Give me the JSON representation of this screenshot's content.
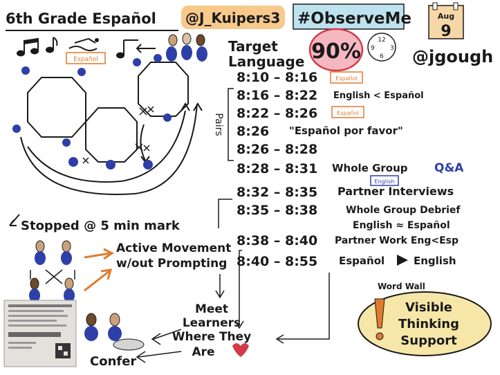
{
  "header": {
    "class_title": "6th Grade Español",
    "handle_teacher": "@J_Kuipers3",
    "hashtag": "#ObserveMe",
    "date_month": "Aug",
    "date_day": "9",
    "artist_handle": "@jgough"
  },
  "target_language": {
    "line1": "Target",
    "line2": "Language",
    "percent": "90%",
    "clock_labels": [
      "9",
      "12",
      "6",
      "3"
    ]
  },
  "tags": {
    "espanol": "Español",
    "english": "English"
  },
  "schedule": [
    {
      "time": "8:10 – 8:16",
      "activity": ""
    },
    {
      "time": "8:16 – 8:22",
      "activity": "English < Español"
    },
    {
      "time": "8:22 – 8:26",
      "activity": ""
    },
    {
      "time": "8:26",
      "activity": "\"Español por favor\""
    },
    {
      "time": "8:26 – 8:28",
      "activity": ""
    },
    {
      "time": "8:28 – 8:31",
      "activity": "Whole Group"
    },
    {
      "time": "8:32 – 8:35",
      "activity": "Partner Interviews"
    },
    {
      "time": "8:35 – 8:38",
      "activity": "Whole Group Debrief"
    },
    {
      "time": "",
      "activity": "English ≈ Español"
    },
    {
      "time": "8:38 – 8:40",
      "activity": "Partner Work Eng<Esp"
    },
    {
      "time": "8:40 – 8:55",
      "activity": "Español"
    }
  ],
  "qa_label": "Q&A",
  "english_arrow_label": "English",
  "pairs_label": "Pairs",
  "stopped_label": "Stopped @ 5 min mark",
  "active_movement": {
    "line1": "Active Movement",
    "line2": "w/out Prompting"
  },
  "meet_learners": {
    "line1": "Meet",
    "line2": "Learners",
    "line3": "Where They",
    "line4": "Are"
  },
  "confer_label": "Confer",
  "word_wall_label": "Word Wall",
  "visible_thinking": {
    "line1": "Visible",
    "line2": "Thinking",
    "line3": "Support"
  },
  "colors": {
    "ink": "#1a1a1a",
    "handle_bg": "#f7c98b",
    "hashtag_bg": "#bfe3ee",
    "tag_orange": "#e07a2c",
    "blue": "#2e3fa8",
    "red": "#d33a4a",
    "pink_fill": "#f6b8c0",
    "date_fill": "#f7d7a8",
    "oval_fill": "#f6e7a8",
    "skin": "#c9a27c"
  }
}
